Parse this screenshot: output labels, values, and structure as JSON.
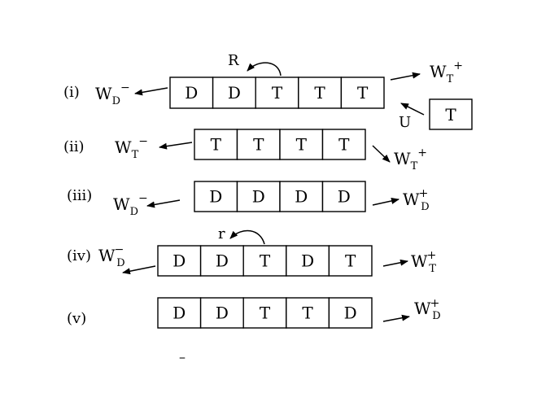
{
  "rows": [
    {
      "id": "i",
      "label": "(i)",
      "cells": [
        "D",
        "D",
        "T",
        "T",
        "T"
      ],
      "left": {
        "main": "W",
        "sub": "D",
        "sup": "−"
      },
      "right": {
        "main": "W",
        "sub": "T",
        "sup": "+"
      }
    },
    {
      "id": "ii",
      "label": "(ii)",
      "cells": [
        "T",
        "T",
        "T",
        "T"
      ],
      "left": {
        "main": "W",
        "sub": "T",
        "sup": "−"
      },
      "right": {
        "main": "W",
        "sub": "T",
        "sup": "+"
      }
    },
    {
      "id": "iii",
      "label": "(iii)",
      "cells": [
        "D",
        "D",
        "D",
        "D"
      ],
      "left": {
        "main": "W",
        "sub": "D",
        "sup": "−"
      },
      "right": {
        "main": "W",
        "sub": "D",
        "sup": "+"
      }
    },
    {
      "id": "iv",
      "label": "(iv)",
      "cells": [
        "D",
        "D",
        "T",
        "D",
        "T"
      ],
      "left": {
        "main": "W",
        "sub": "D",
        "sup": "−"
      },
      "right": {
        "main": "W",
        "sub": "T",
        "sup": "+"
      }
    },
    {
      "id": "v",
      "label": "(v)",
      "cells": [
        "D",
        "D",
        "T",
        "T",
        "D"
      ],
      "left": null,
      "right": {
        "main": "W",
        "sub": "D",
        "sup": "+"
      }
    }
  ],
  "free_subunit": "T",
  "uptake_label": "U",
  "rescue_label_i": "R",
  "rescue_label_iv": "r",
  "stray_mark": "–"
}
